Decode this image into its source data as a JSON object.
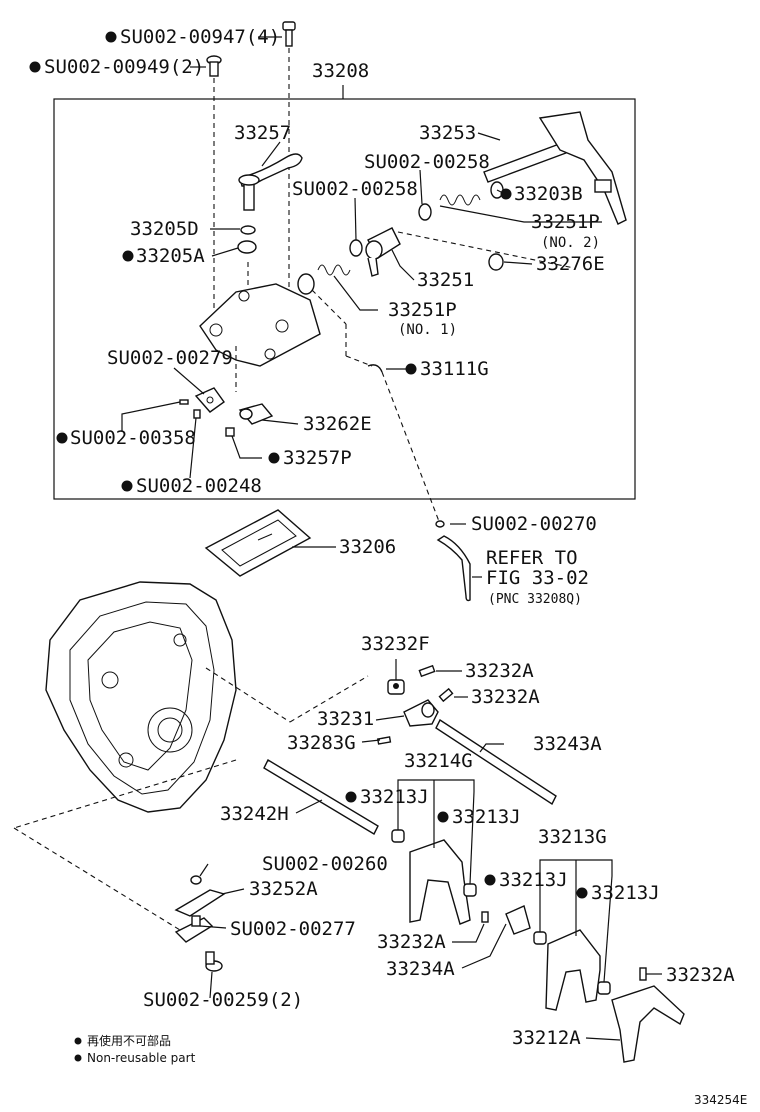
{
  "labels": {
    "su_00947": "SU002-00947(4)",
    "su_00949": "SU002-00949(2)",
    "p33208": "33208",
    "p33257": "33257",
    "p33253": "33253",
    "su_00258_a": "SU002-00258",
    "su_00258_b": "SU002-00258",
    "p33203b": "33203B",
    "p33251p_no2": "33251P",
    "no2": "(NO. 2)",
    "p33205d": "33205D",
    "p33205a": "33205A",
    "p33251": "33251",
    "p33276e": "33276E",
    "p33251p_no1": "33251P",
    "no1": "(NO. 1)",
    "su_00279": "SU002-00279",
    "p33111g": "33111G",
    "su_00358": "SU002-00358",
    "p33262e": "33262E",
    "p33257p": "33257P",
    "su_00248": "SU002-00248",
    "su_00270": "SU002-00270",
    "p33206": "33206",
    "refer_to": "REFER TO",
    "fig": "FIG 33-02",
    "pnc": "(PNC 33208Q)",
    "p33232f": "33232F",
    "p33232a_1": "33232A",
    "p33232a_2": "33232A",
    "p33231": "33231",
    "p33283g": "33283G",
    "p33243a": "33243A",
    "p33214g": "33214G",
    "p33213j_1": "33213J",
    "p33213j_2": "33213J",
    "p33242h": "33242H",
    "p33213g": "33213G",
    "su_00260": "SU002-00260",
    "p33213j_3": "33213J",
    "p33213j_4": "33213J",
    "p33252a": "33252A",
    "su_00277": "SU002-00277",
    "p33232a_3": "33232A",
    "p33234a": "33234A",
    "p33232a_4": "33232A",
    "su_00259": "SU002-00259(2)",
    "p33212a": "33212A"
  },
  "legend": {
    "jp": "再使用不可部品",
    "en": "Non-reusable part"
  },
  "figure_id": "334254E"
}
